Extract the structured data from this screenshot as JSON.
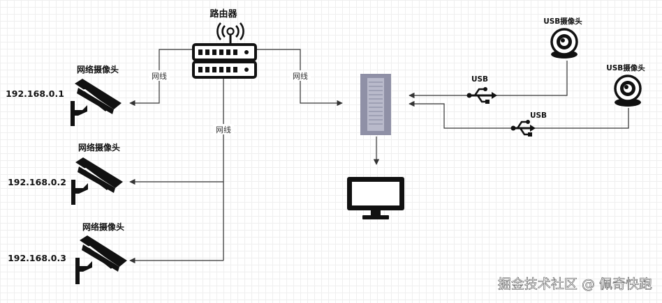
{
  "router": {
    "label": "路由器"
  },
  "cameras": [
    {
      "label": "网络摄像头",
      "ip": "192.168.0.1"
    },
    {
      "label": "网络摄像头",
      "ip": "192.168.0.2"
    },
    {
      "label": "网络摄像头",
      "ip": "192.168.0.3"
    }
  ],
  "usb_cameras": [
    {
      "label": "USB摄像头"
    },
    {
      "label": "USB摄像头"
    }
  ],
  "edges": {
    "router_to_cam1": "网线",
    "router_to_server": "网线",
    "router_down": "网线",
    "usb1": "USB",
    "usb2": "USB"
  },
  "watermark": "掘金技术社区 @ 佩奇快跑"
}
